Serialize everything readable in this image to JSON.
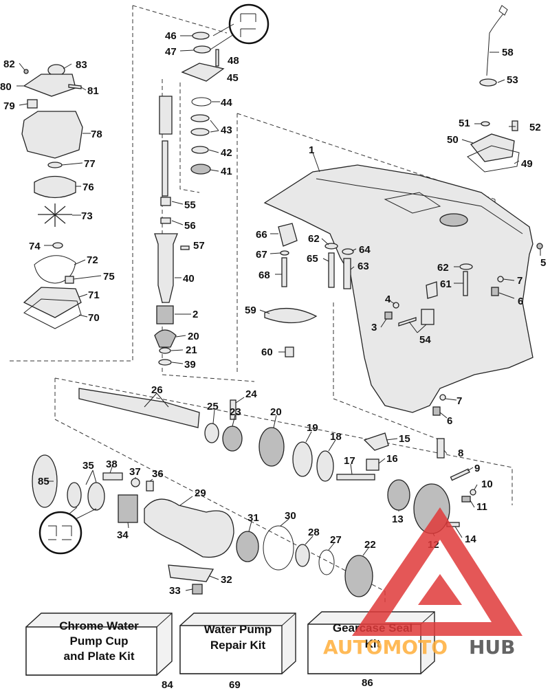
{
  "callouts": [
    {
      "id": "c1",
      "text": "1"
    },
    {
      "id": "c2",
      "text": "2"
    },
    {
      "id": "c3",
      "text": "3"
    },
    {
      "id": "c4",
      "text": "4"
    },
    {
      "id": "c5",
      "text": "5"
    },
    {
      "id": "c6a",
      "text": "6"
    },
    {
      "id": "c6b",
      "text": "6"
    },
    {
      "id": "c7a",
      "text": "7"
    },
    {
      "id": "c7b",
      "text": "7"
    },
    {
      "id": "c8",
      "text": "8"
    },
    {
      "id": "c9",
      "text": "9"
    },
    {
      "id": "c10",
      "text": "10"
    },
    {
      "id": "c11",
      "text": "11"
    },
    {
      "id": "c12",
      "text": "12"
    },
    {
      "id": "c13",
      "text": "13"
    },
    {
      "id": "c14",
      "text": "14"
    },
    {
      "id": "c15",
      "text": "15"
    },
    {
      "id": "c16",
      "text": "16"
    },
    {
      "id": "c17",
      "text": "17"
    },
    {
      "id": "c18",
      "text": "18"
    },
    {
      "id": "c19",
      "text": "19"
    },
    {
      "id": "c20a",
      "text": "20"
    },
    {
      "id": "c20b",
      "text": "20"
    },
    {
      "id": "c21",
      "text": "21"
    },
    {
      "id": "c22",
      "text": "22"
    },
    {
      "id": "c23",
      "text": "23"
    },
    {
      "id": "c24",
      "text": "24"
    },
    {
      "id": "c25",
      "text": "25"
    },
    {
      "id": "c26",
      "text": "26"
    },
    {
      "id": "c27",
      "text": "27"
    },
    {
      "id": "c28",
      "text": "28"
    },
    {
      "id": "c29",
      "text": "29"
    },
    {
      "id": "c30",
      "text": "30"
    },
    {
      "id": "c31",
      "text": "31"
    },
    {
      "id": "c32",
      "text": "32"
    },
    {
      "id": "c33",
      "text": "33"
    },
    {
      "id": "c34",
      "text": "34"
    },
    {
      "id": "c35",
      "text": "35"
    },
    {
      "id": "c36",
      "text": "36"
    },
    {
      "id": "c37",
      "text": "37"
    },
    {
      "id": "c38",
      "text": "38"
    },
    {
      "id": "c39",
      "text": "39"
    },
    {
      "id": "c40",
      "text": "40"
    },
    {
      "id": "c41",
      "text": "41"
    },
    {
      "id": "c42",
      "text": "42"
    },
    {
      "id": "c43",
      "text": "43"
    },
    {
      "id": "c44",
      "text": "44"
    },
    {
      "id": "c45",
      "text": "45"
    },
    {
      "id": "c46",
      "text": "46"
    },
    {
      "id": "c47",
      "text": "47"
    },
    {
      "id": "c48",
      "text": "48"
    },
    {
      "id": "c49",
      "text": "49"
    },
    {
      "id": "c50",
      "text": "50"
    },
    {
      "id": "c51",
      "text": "51"
    },
    {
      "id": "c52",
      "text": "52"
    },
    {
      "id": "c53",
      "text": "53"
    },
    {
      "id": "c54",
      "text": "54"
    },
    {
      "id": "c55",
      "text": "55"
    },
    {
      "id": "c56",
      "text": "56"
    },
    {
      "id": "c57",
      "text": "57"
    },
    {
      "id": "c58",
      "text": "58"
    },
    {
      "id": "c59",
      "text": "59"
    },
    {
      "id": "c60",
      "text": "60"
    },
    {
      "id": "c61",
      "text": "61"
    },
    {
      "id": "c62a",
      "text": "62"
    },
    {
      "id": "c62b",
      "text": "62"
    },
    {
      "id": "c63",
      "text": "63"
    },
    {
      "id": "c64",
      "text": "64"
    },
    {
      "id": "c65",
      "text": "65"
    },
    {
      "id": "c66",
      "text": "66"
    },
    {
      "id": "c67",
      "text": "67"
    },
    {
      "id": "c68",
      "text": "68"
    },
    {
      "id": "c70",
      "text": "70"
    },
    {
      "id": "c71",
      "text": "71"
    },
    {
      "id": "c72",
      "text": "72"
    },
    {
      "id": "c73",
      "text": "73"
    },
    {
      "id": "c74",
      "text": "74"
    },
    {
      "id": "c75",
      "text": "75"
    },
    {
      "id": "c76",
      "text": "76"
    },
    {
      "id": "c77",
      "text": "77"
    },
    {
      "id": "c78",
      "text": "78"
    },
    {
      "id": "c79",
      "text": "79"
    },
    {
      "id": "c80",
      "text": "80"
    },
    {
      "id": "c81",
      "text": "81"
    },
    {
      "id": "c82",
      "text": "82"
    },
    {
      "id": "c83",
      "text": "83"
    },
    {
      "id": "c85",
      "text": "85"
    }
  ],
  "kits": [
    {
      "lines": [
        "Chrome Water",
        "Pump Cup",
        "and Plate Kit"
      ],
      "number": "84"
    },
    {
      "lines": [
        "Water Pump",
        "Repair Kit"
      ],
      "number": "69"
    },
    {
      "lines": [
        "Gearcase Seal",
        "Kit"
      ],
      "number": "86"
    }
  ],
  "watermark": {
    "part1": "AUTOMOTO",
    "part2": "HUB"
  },
  "colors": {
    "line": "#222222",
    "watermark_red": "#e03a3a",
    "watermark_orange": "#ffae3a",
    "watermark_gray": "#4a4a4a"
  }
}
